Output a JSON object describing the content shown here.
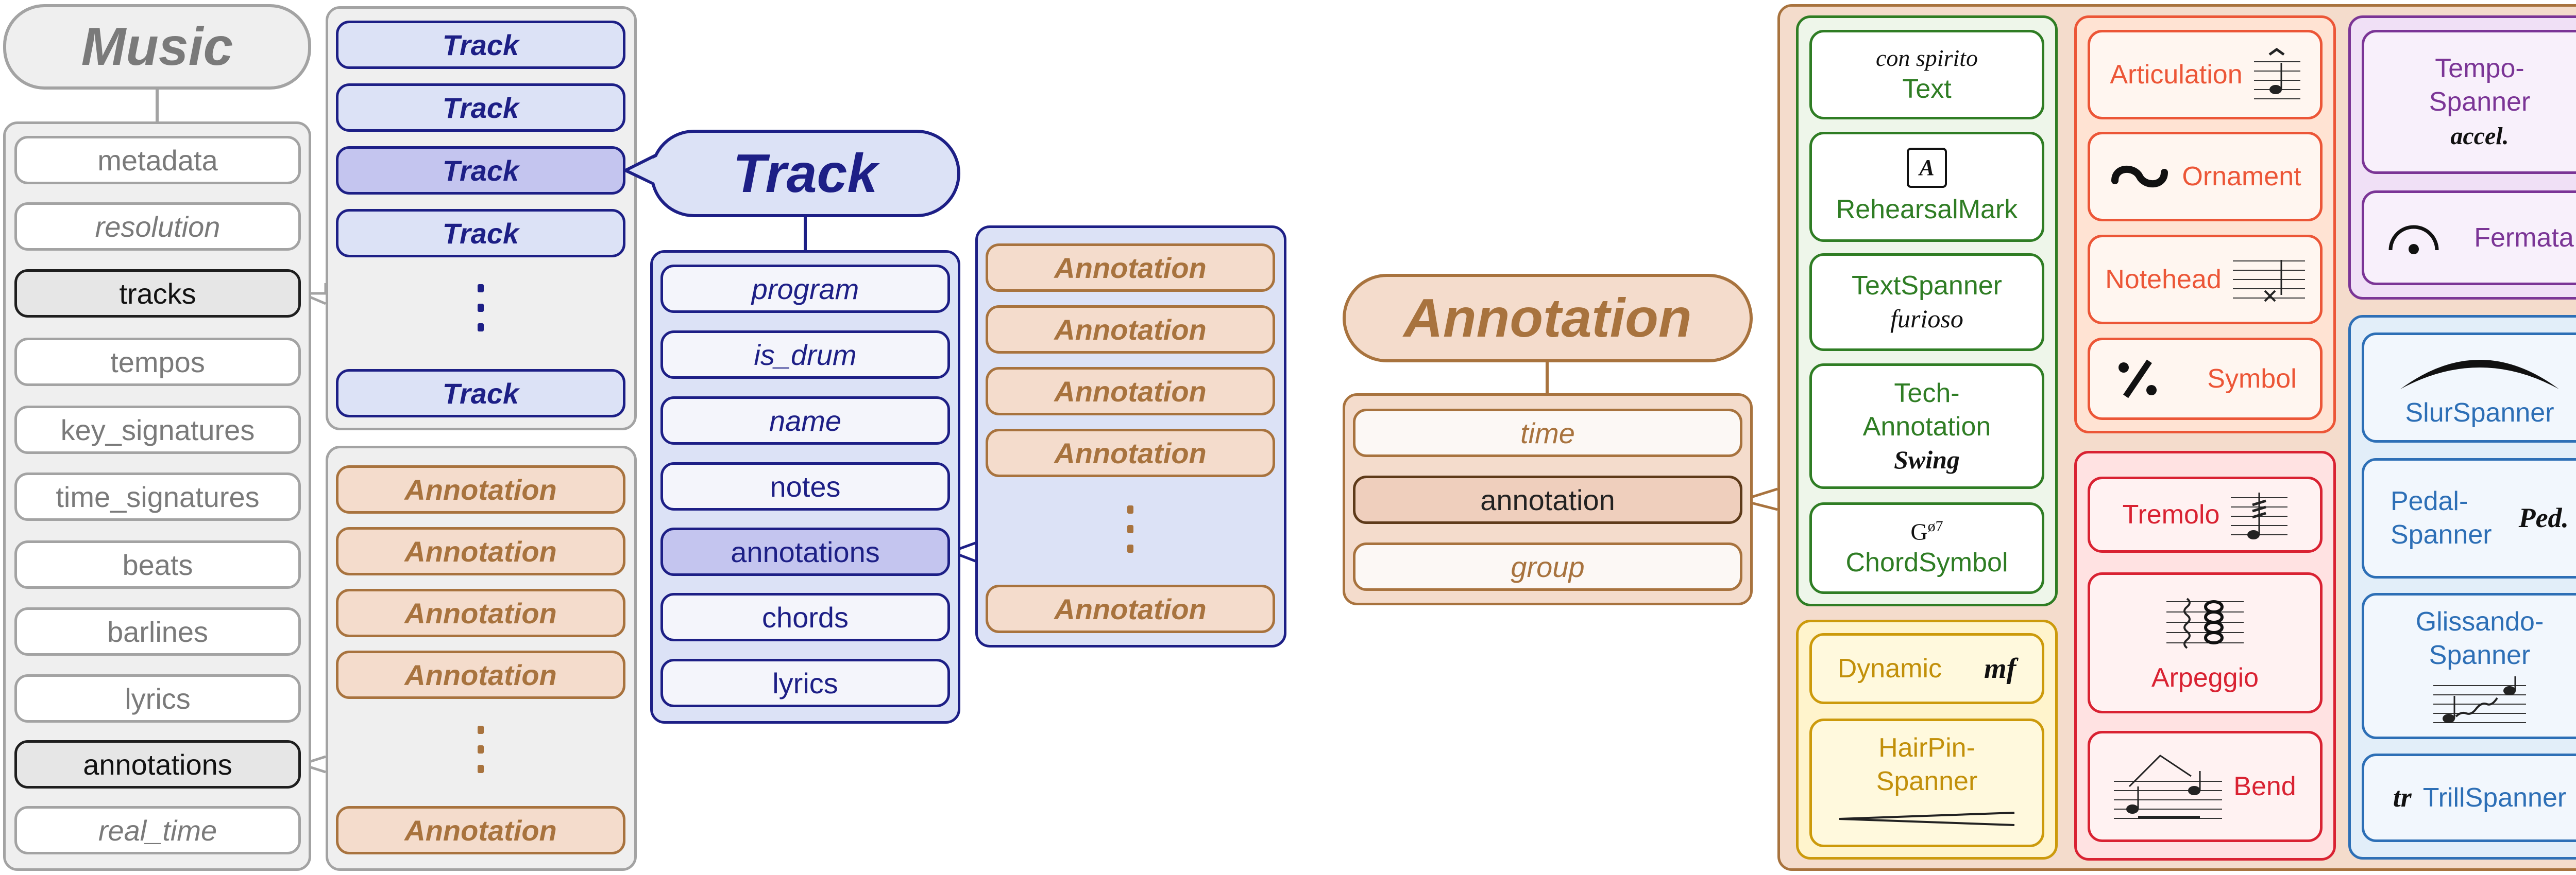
{
  "music": {
    "title": "Music",
    "attributes": [
      "metadata",
      "resolution",
      "tracks",
      "tempos",
      "key_signatures",
      "time_signatures",
      "beats",
      "barlines",
      "lyrics",
      "annotations",
      "real_time"
    ]
  },
  "track_list": {
    "items": [
      "Track",
      "Track",
      "Track",
      "Track",
      "Track"
    ]
  },
  "music_annotation_list": {
    "items": [
      "Annotation",
      "Annotation",
      "Annotation",
      "Annotation",
      "Annotation"
    ]
  },
  "track": {
    "title": "Track",
    "attributes": [
      "program",
      "is_drum",
      "name",
      "notes",
      "annotations",
      "chords",
      "lyrics"
    ]
  },
  "track_annotation_list": {
    "items": [
      "Annotation",
      "Annotation",
      "Annotation",
      "Annotation",
      "Annotation"
    ]
  },
  "annotation": {
    "title": "Annotation",
    "attributes": [
      "time",
      "annotation",
      "group"
    ]
  },
  "types": {
    "text": {
      "example": "con spirito",
      "label": "Text"
    },
    "rehearsal": {
      "example": "A",
      "label": "RehearsalMark"
    },
    "textspanner": {
      "label": "TextSpanner",
      "example": "furioso"
    },
    "tech": {
      "label1": "Tech-",
      "label2": "Annotation",
      "example": "Swing"
    },
    "chord": {
      "base": "G",
      "sup": "ø7",
      "label": "ChordSymbol"
    },
    "dynamic": {
      "label": "Dynamic",
      "example": "mf"
    },
    "hairpin": {
      "label1": "HairPin-",
      "label2": "Spanner"
    },
    "articulation": {
      "label": "Articulation"
    },
    "ornament": {
      "label": "Ornament"
    },
    "notehead": {
      "label": "Notehead"
    },
    "symbol": {
      "label": "Symbol"
    },
    "tremolo": {
      "label": "Tremolo"
    },
    "arpeggio": {
      "label": "Arpeggio"
    },
    "bend": {
      "label": "Bend"
    },
    "tempospanner": {
      "label1": "Tempo-",
      "label2": "Spanner",
      "example": "accel."
    },
    "fermata": {
      "label": "Fermata"
    },
    "slur": {
      "label": "SlurSpanner"
    },
    "pedal": {
      "label1": "Pedal-",
      "label2": "Spanner",
      "example": "Ped."
    },
    "glissando": {
      "label1": "Glissando-",
      "label2": "Spanner"
    },
    "trill": {
      "example": "tr",
      "label": "TrillSpanner"
    }
  },
  "colors": {
    "music": "#a3a3a3",
    "track": "#1d1f86",
    "annotation": "#a8733e",
    "text_group": "#2f7d24",
    "articulation_group": "#ec5637",
    "tempo_group": "#7b3596",
    "dynamic_group": "#cc9a0b",
    "tremolo_group": "#d92232",
    "spanner_group": "#2d6fb6"
  }
}
